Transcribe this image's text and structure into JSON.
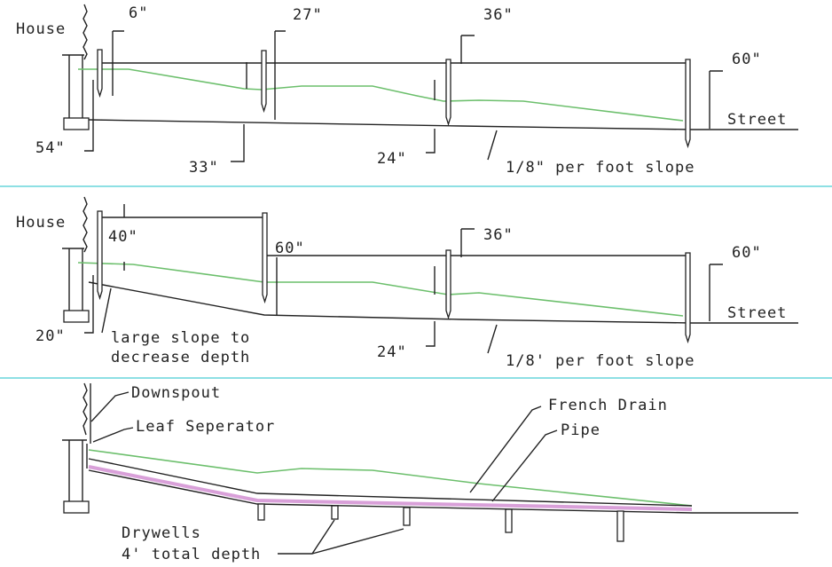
{
  "panel1": {
    "house": "House",
    "dims": [
      "6\"",
      "27\"",
      "36\"",
      "60\"",
      "54\"",
      "33\"",
      "24\""
    ],
    "street": "Street",
    "slope": "1/8\" per foot slope"
  },
  "panel2": {
    "house": "House",
    "dims": [
      "40\"",
      "60\"",
      "36\"",
      "60\"",
      "20\"",
      "24\""
    ],
    "street": "Street",
    "large_slope_1": "large slope to",
    "large_slope_2": "decrease depth",
    "slope": "1/8' per foot slope"
  },
  "panel3": {
    "downspout": "Downspout",
    "leaf": "Leaf Seperator",
    "french_drain": "French Drain",
    "pipe": "Pipe",
    "drywells_1": "Drywells",
    "drywells_2": "4' total depth"
  },
  "colors": {
    "ground": "#6cbf6c",
    "pipe": "#d9a0d9",
    "divider": "#8ee0e4"
  }
}
